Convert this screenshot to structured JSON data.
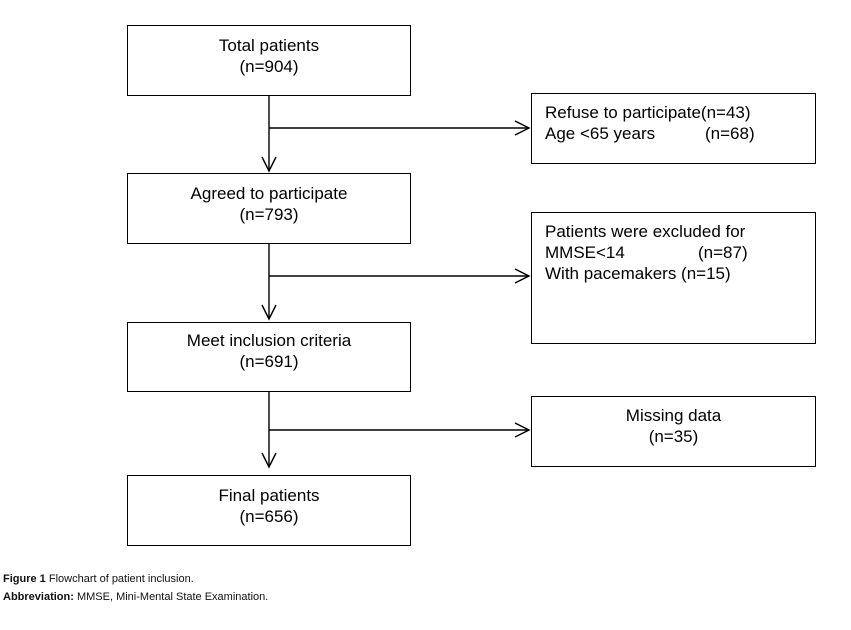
{
  "main_boxes": [
    {
      "title": "Total patients",
      "count": "(n=904)"
    },
    {
      "title": "Agreed to participate",
      "count": "(n=793)"
    },
    {
      "title": "Meet inclusion criteria",
      "count": "(n=691)"
    },
    {
      "title": "Final patients",
      "count": "(n=656)"
    }
  ],
  "side_boxes": {
    "refuse": {
      "line1_label": "Refuse to participate",
      "line1_value": "(n=43)",
      "line2_label": "Age <65 years",
      "line2_value": "(n=68)"
    },
    "excluded": {
      "heading": "Patients were excluded for",
      "line1_label": "MMSE<14",
      "line1_value": "(n=87)",
      "line2": "With pacemakers (n=15)"
    },
    "missing": {
      "title": "Missing data",
      "count": "(n=35)"
    }
  },
  "caption": {
    "figure_label": "Figure 1",
    "figure_text": " Flowchart of patient inclusion.",
    "abbrev_label": "Abbreviation:",
    "abbrev_text": " MMSE, Mini-Mental State Examination."
  },
  "colors": {
    "line": "#000000",
    "background": "#ffffff"
  }
}
